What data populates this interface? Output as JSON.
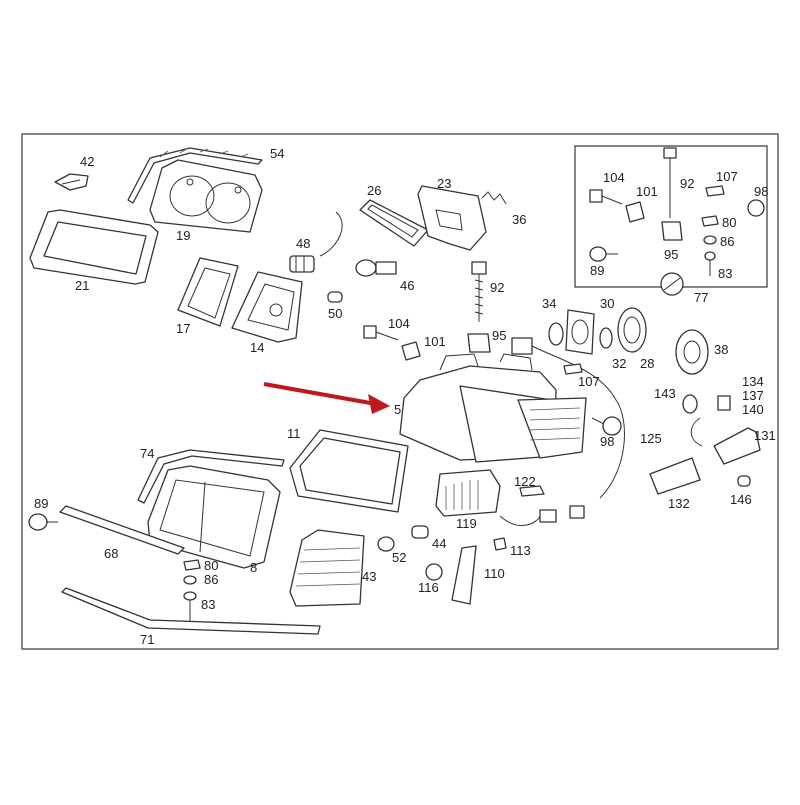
{
  "diagram": {
    "accent_color": "#c0161c",
    "callouts": {
      "c42": "42",
      "c54": "54",
      "c21": "21",
      "c19": "19",
      "c17": "17",
      "c14": "14",
      "c26": "26",
      "c23": "23",
      "c36": "36",
      "c48": "48",
      "c46": "46",
      "c50": "50",
      "c92a": "92",
      "c104a": "104",
      "c101a": "101",
      "c95a": "95",
      "c34": "34",
      "c30": "30",
      "c32": "32",
      "c28": "28",
      "c38": "38",
      "c107a": "107",
      "c5": "5",
      "c98a": "98",
      "c125": "125",
      "c143": "143",
      "c134": "134",
      "c137": "137",
      "c140": "140",
      "c131": "131",
      "c11": "11",
      "c74": "74",
      "c122": "122",
      "c119": "119",
      "c113": "113",
      "c44": "44",
      "c52": "52",
      "c43": "43",
      "c116": "116",
      "c110": "110",
      "c132": "132",
      "c146": "146",
      "c89a": "89",
      "c68": "68",
      "c80a": "80",
      "c86a": "86",
      "c83a": "83",
      "c8": "8",
      "c71": "71",
      "c104b": "104",
      "c101b": "101",
      "c92b": "92",
      "c107b": "107",
      "c98b": "98",
      "c80b": "80",
      "c86b": "86",
      "c89b": "89",
      "c95b": "95",
      "c83b": "83",
      "c77": "77"
    }
  }
}
